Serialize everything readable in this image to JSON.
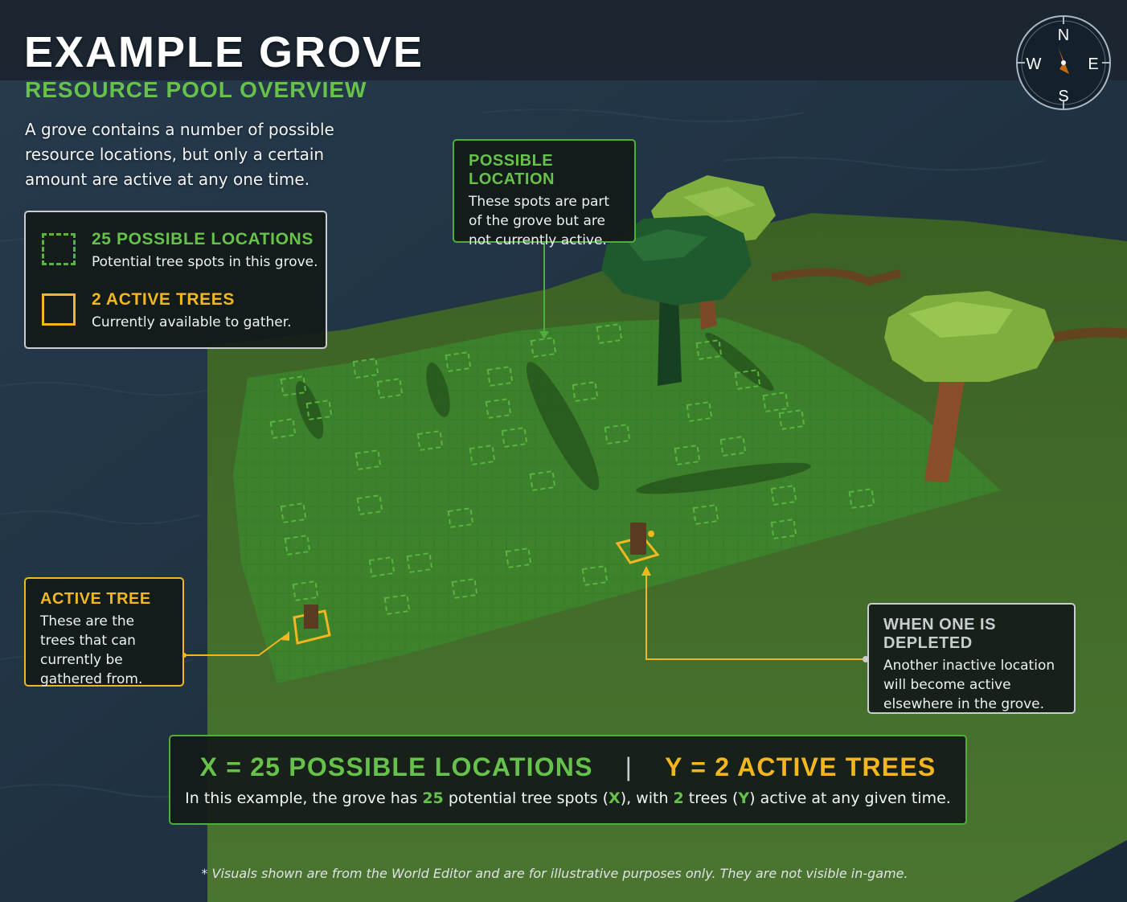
{
  "header": {
    "title": "EXAMPLE GROVE",
    "subtitle": "RESOURCE POOL OVERVIEW",
    "intro": "A grove contains a number of possible resource locations, but only a certain amount are active at any one time."
  },
  "legend": {
    "possible": {
      "title": "25 POSSIBLE LOCATIONS",
      "desc": "Potential tree spots in this grove."
    },
    "active": {
      "title": "2 ACTIVE TREES",
      "desc": "Currently available to gather."
    }
  },
  "callouts": {
    "possible_location": {
      "title": "POSSIBLE LOCATION",
      "body": "These spots are part of the grove but are not currently active."
    },
    "active_tree": {
      "title": "ACTIVE TREE",
      "body": "These are the trees that can currently be gathered from."
    },
    "depleted": {
      "title": "WHEN ONE IS DEPLETED",
      "body": "Another inactive location will become active elsewhere in the grove."
    }
  },
  "summary": {
    "x_equation": "X = 25 POSSIBLE LOCATIONS",
    "separator": "|",
    "y_equation": "Y = 2 ACTIVE TREES",
    "sentence": {
      "p1": "In this example, the grove has ",
      "x_count": "25",
      "p2": " potential tree spots (",
      "x_letter": "X",
      "p3": "), with ",
      "y_count": "2",
      "p4": " trees (",
      "y_letter": "Y",
      "p5": ") active at any given time."
    }
  },
  "footnote": "* Visuals shown are from the World Editor and are for illustrative purposes only. They are not visible in-game.",
  "compass": {
    "north": "N",
    "south": "S",
    "east": "E",
    "west": "W"
  },
  "colors": {
    "possible_green": "#59b33f",
    "active_yellow": "#f2b720",
    "grass": "#3f6a28",
    "water": "#1f3142"
  }
}
